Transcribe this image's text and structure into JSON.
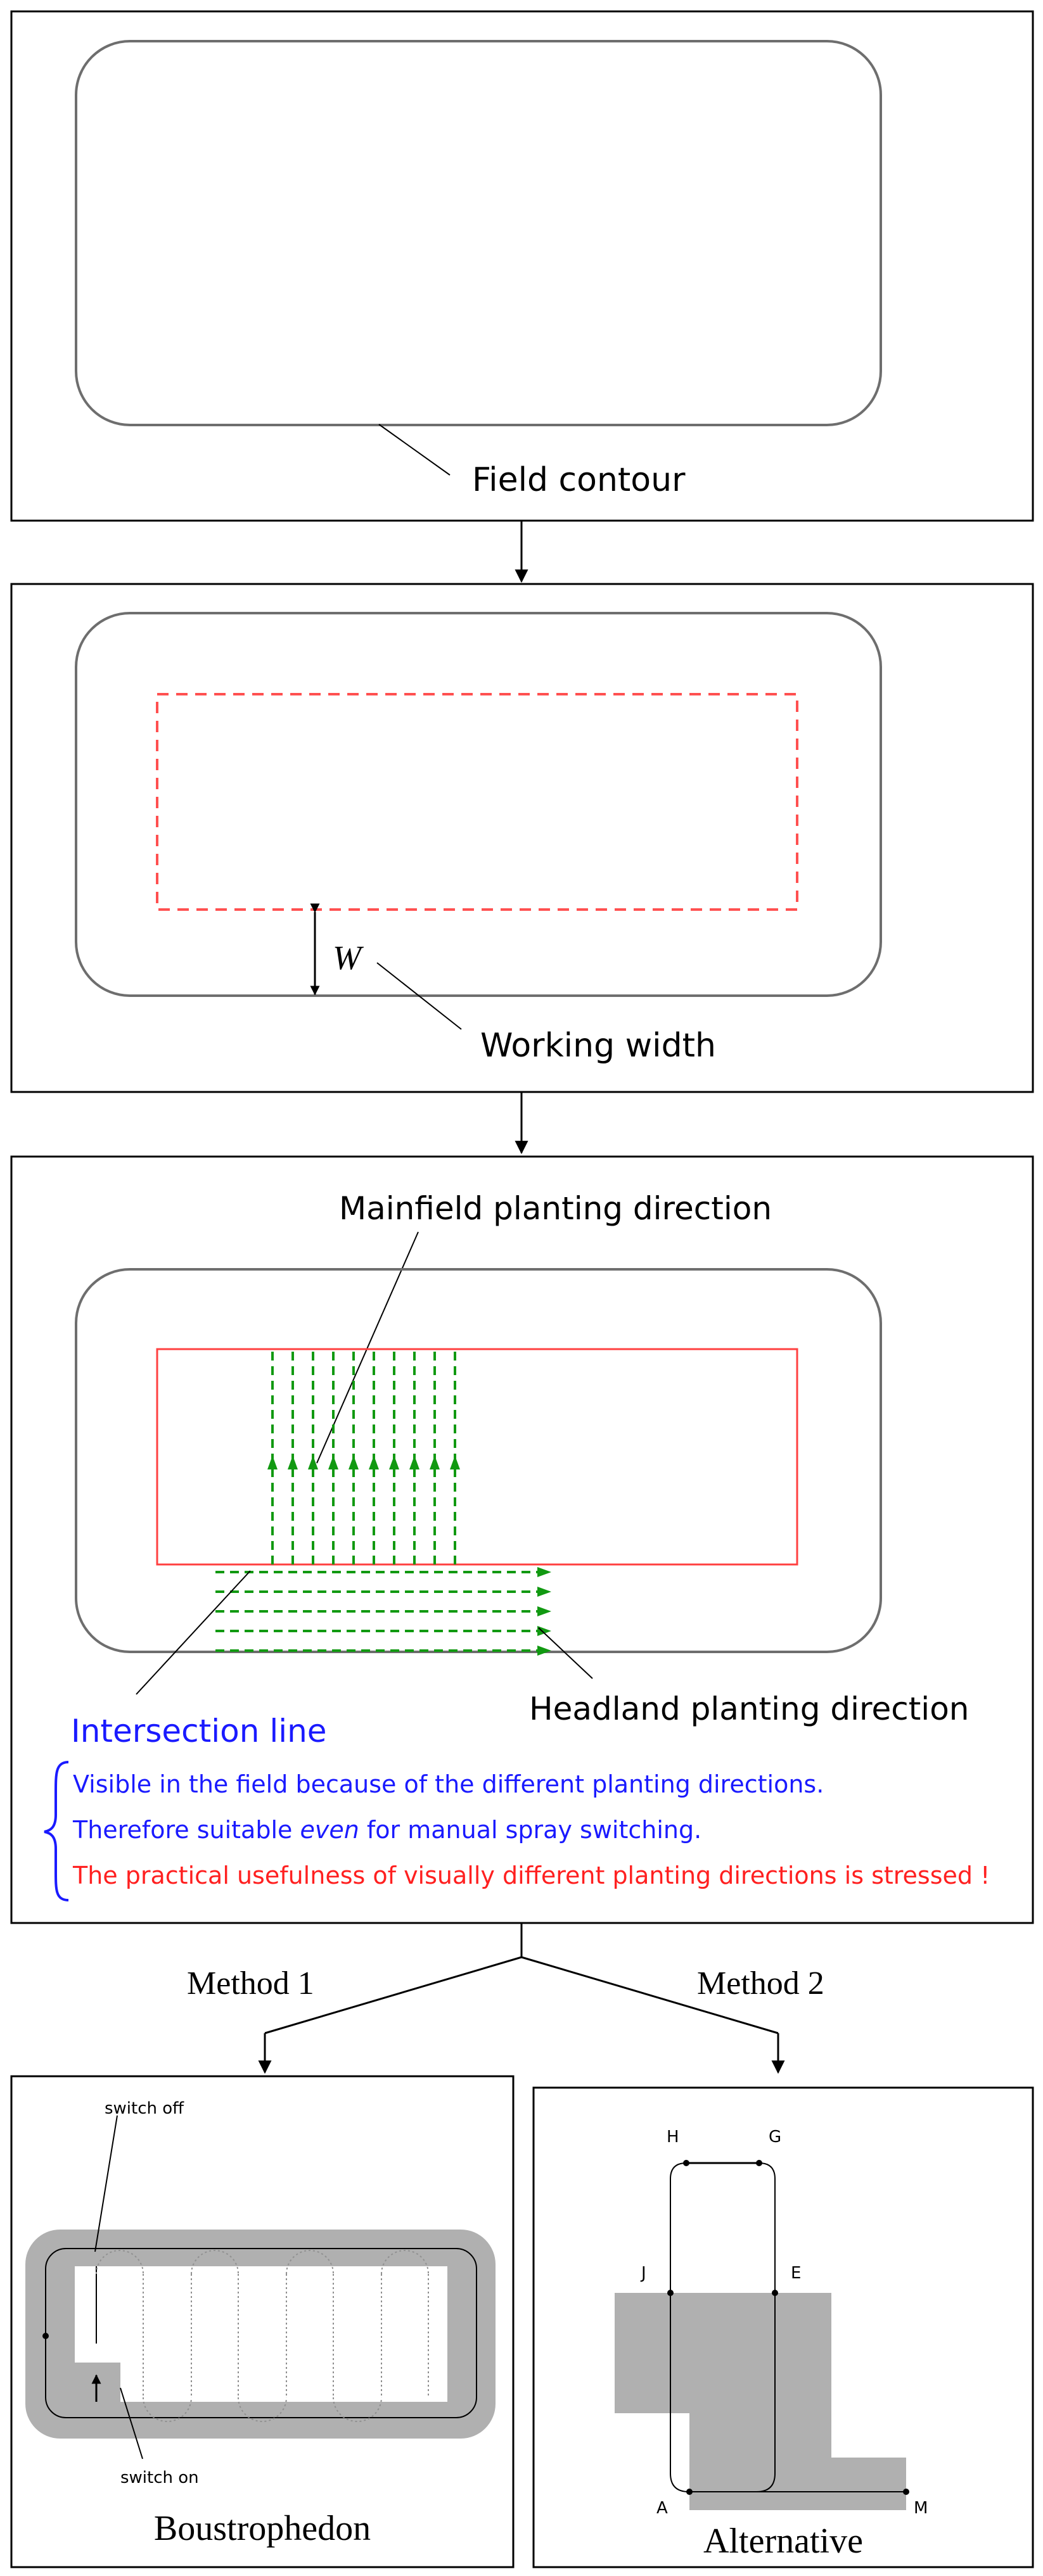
{
  "panel1": {
    "label": "Field contour"
  },
  "panel2": {
    "symbol": "W",
    "label": "Working width"
  },
  "panel3": {
    "mainfield_label": "Mainfield planting direction",
    "headland_label": "Headland planting direction",
    "intersection_label": "Intersection line",
    "note1": "Visible in the field because of the different planting directions.",
    "note2_pre": "Therefore suitable ",
    "note2_em": "even",
    "note2_post": " for manual spray switching.",
    "note3": "The practical usefulness of visually different planting directions is stressed !"
  },
  "methods": {
    "method1": "Method 1",
    "method2": "Method 2"
  },
  "panel4": {
    "switch_off": "switch off",
    "switch_on": "switch on",
    "title": "Boustrophedon"
  },
  "panel5": {
    "points": {
      "H": "H",
      "G": "G",
      "J": "J",
      "E": "E",
      "A": "A",
      "M": "M"
    },
    "title": "Alternative"
  },
  "colors": {
    "field_outline": "#6e6e6e",
    "working_area": "#ff5050",
    "planting_direction": "#119911",
    "intersection_text": "#1a1aff",
    "emphasis_text": "#ff2020",
    "shaded_area": "#b0b0b0"
  }
}
